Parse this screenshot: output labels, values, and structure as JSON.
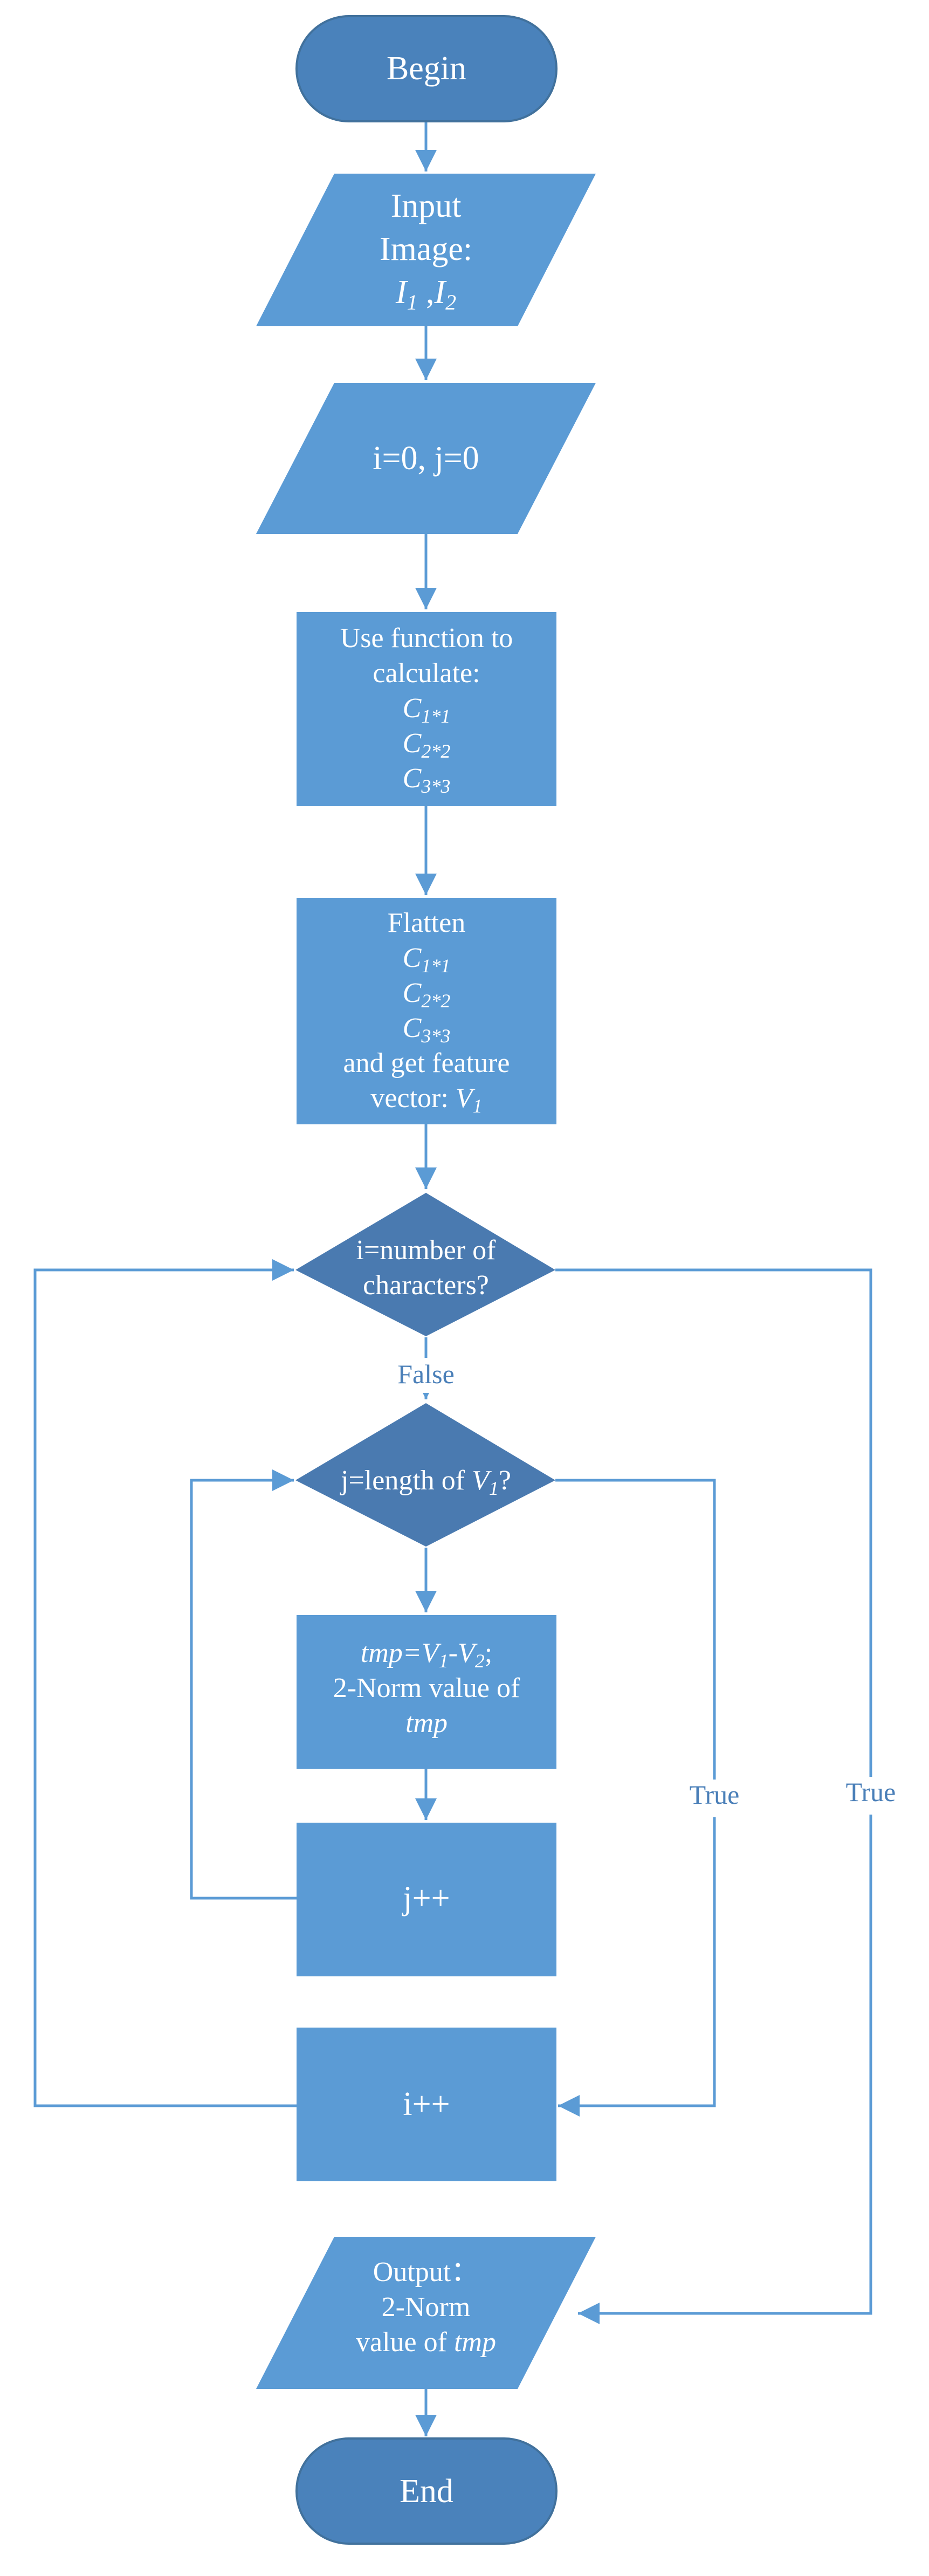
{
  "nodes": {
    "begin": "Begin",
    "input": {
      "line1": "Input",
      "line2": "Image:",
      "i1": "I",
      "i1_sub": "1",
      "sep": " ,",
      "i2": "I",
      "i2_sub": "2"
    },
    "init": "i=0, j=0",
    "calc": {
      "line1": "Use function to",
      "line2": "calculate:",
      "c1": "C",
      "c1_sub": "1*1",
      "c2": "C",
      "c2_sub": "2*2",
      "c3": "C",
      "c3_sub": "3*3"
    },
    "flatten": {
      "line1": "Flatten",
      "c1": "C",
      "c1_sub": "1*1",
      "c2": "C",
      "c2_sub": "2*2",
      "c3": "C",
      "c3_sub": "3*3",
      "line5": "and get feature",
      "line6": "vector: ",
      "v": "V",
      "v_sub": "1"
    },
    "cond_i": {
      "line1": "i=number of",
      "line2": "characters?"
    },
    "cond_j": {
      "text": "j=length of ",
      "v": "V",
      "v_sub": "1",
      "q": "?"
    },
    "tmp": {
      "tmp": "tmp",
      "eq": "=",
      "v1": "V",
      "v1_sub": "1",
      "minus": "-",
      "v2": "V",
      "v2_sub": "2",
      "semi": ";",
      "line2": "2-Norm value of",
      "line3": "tmp"
    },
    "jpp": "j++",
    "ipp": "i++",
    "output": {
      "line1": "Output：",
      "line2": "2-Norm",
      "line3": "value of ",
      "tmp": "tmp"
    },
    "end": "End"
  },
  "edge_labels": {
    "false": "False",
    "true_inner": "True",
    "true_outer": "True"
  },
  "colors": {
    "node_fill": "#5b9bd5",
    "terminal_fill": "#4a82bb",
    "diamond_fill": "#4a7ab0",
    "edge": "#5b9bd5",
    "label": "#4a7fb8"
  }
}
